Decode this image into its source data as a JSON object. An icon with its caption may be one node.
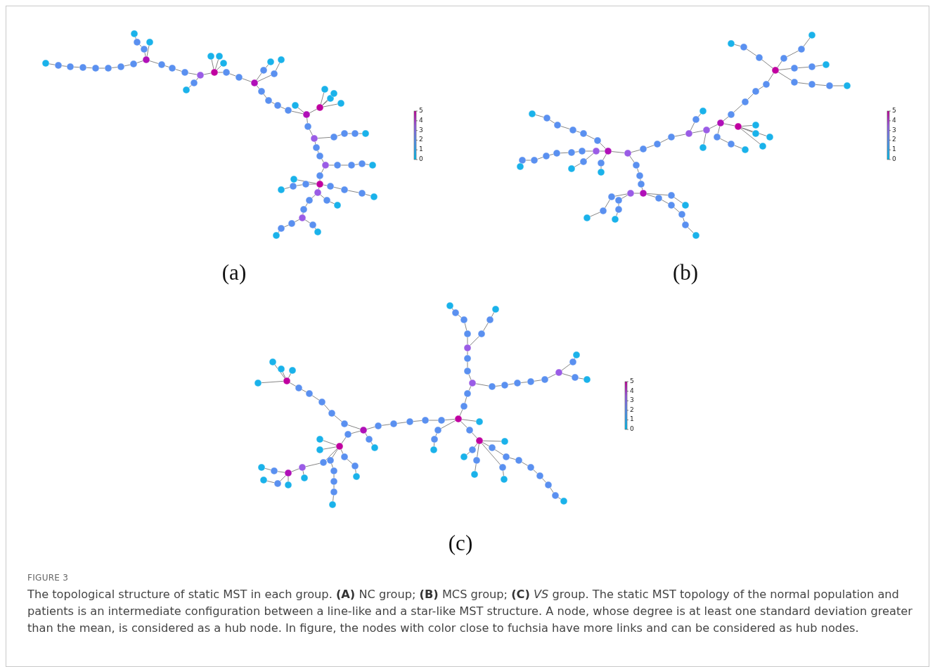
{
  "diagram": {
    "title": "FIGURE 3",
    "caption": "The topological structure of static MST in each group. **(A)** NC group; **(B)** MCS group; **(C)** *VS* group. The static MST topology of the normal population and patients is an intermediate configuration between a line-like and a star-like MST structure. A node, whose degree is at least one standard deviation greater than the mean, is considered as a hub node. In figure, the nodes with color close to fuchsia have more links and can be considered as hub nodes.",
    "labels": [
      "5",
      "4",
      "3",
      "2",
      "1",
      "0",
      "5",
      "4",
      "3",
      "2",
      "1",
      "0",
      "(a)",
      "(b)",
      "5",
      "4",
      "3",
      "2",
      "1",
      "0",
      "(c)"
    ]
  }
}
